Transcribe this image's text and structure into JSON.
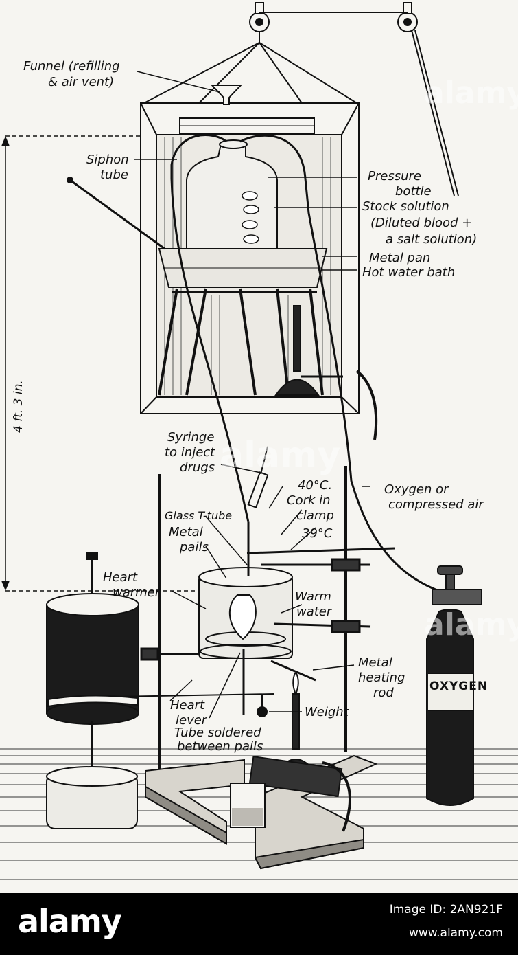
{
  "figure": {
    "labels": {
      "funnel_line1": "Funnel (refilling",
      "funnel_line2": "& air vent)",
      "siphon_line1": "Siphon",
      "siphon_line2": "tube",
      "pressure_line1": "Pressure",
      "pressure_line2": "bottle",
      "stock_line1": "Stock solution",
      "stock_line2": "(Diluted blood +",
      "stock_line3": "a salt solution)",
      "metal_pan": "Metal pan",
      "hot_water_bath": "Hot water bath",
      "height": "4 ft. 3 in.",
      "syringe_line1": "Syringe",
      "syringe_line2": "to inject",
      "syringe_line3": "drugs",
      "temp_40": "40°C.",
      "cork_line1": "Cork in",
      "cork_line2": "clamp",
      "temp_39": "39°C",
      "oxygen_line1": "Oxygen or",
      "oxygen_line2": "compressed air",
      "glass_t_tube": "Glass T-tube",
      "metal_pails_line1": "Metal",
      "metal_pails_line2": "pails",
      "heart_warmer_line1": "Heart",
      "heart_warmer_line2": "warmer",
      "warm_water_line1": "Warm",
      "warm_water_line2": "water",
      "metal_rod_line1": "Metal",
      "metal_rod_line2": "heating",
      "metal_rod_line3": "rod",
      "heart_lever_line1": "Heart",
      "heart_lever_line2": "lever",
      "weight": "Weight",
      "tube_soldered_line1": "Tube soldered",
      "tube_soldered_line2": "between pails",
      "oxygen_cylinder_text": "OXYGEN"
    },
    "colors": {
      "ink": "#111111",
      "paper": "#f6f5f1",
      "dark_fill": "#1b1b1b"
    }
  },
  "watermark": {
    "text": "alamy"
  },
  "footer": {
    "logo": "alamy",
    "image_id": "Image ID: 2AN921F",
    "url": "www.alamy.com"
  }
}
